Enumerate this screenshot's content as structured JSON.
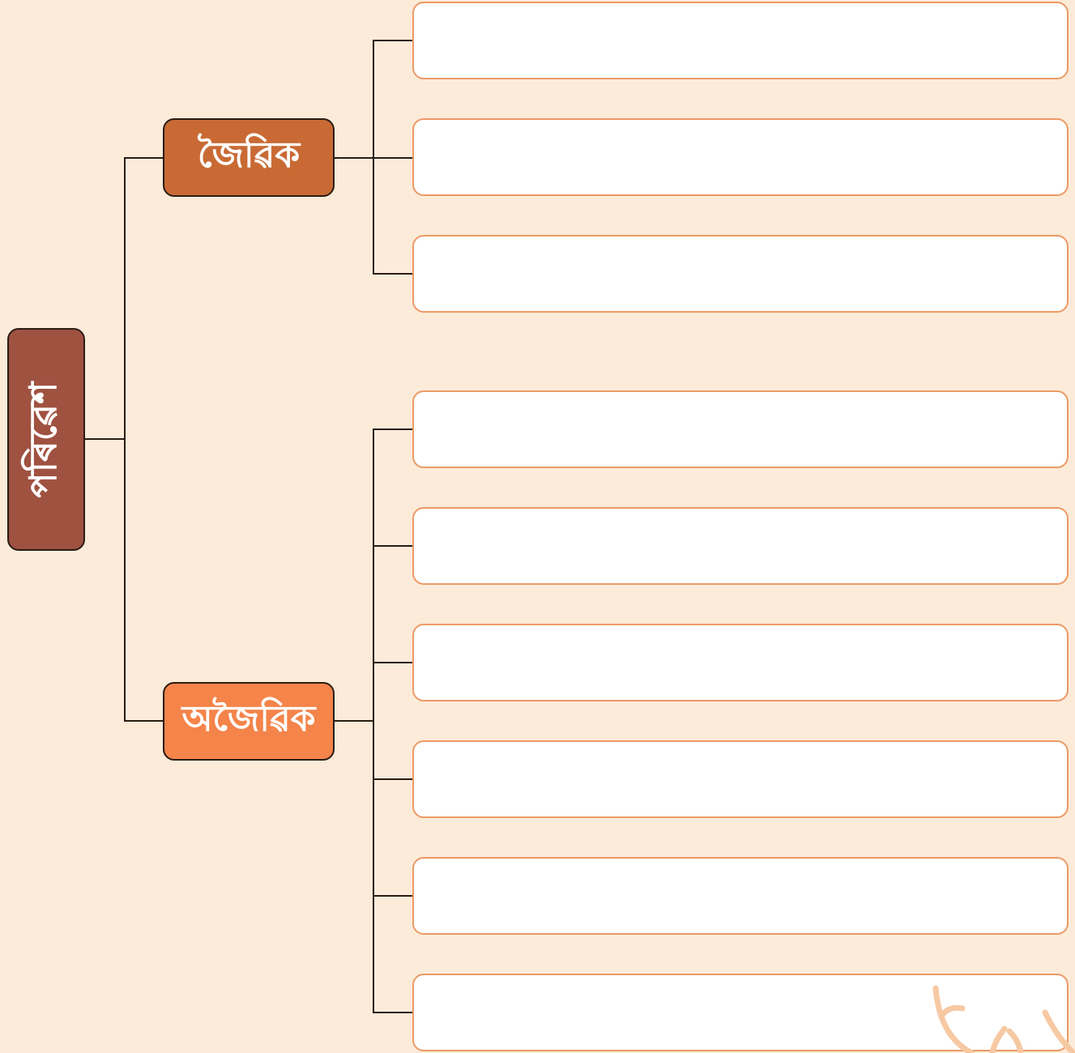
{
  "root": {
    "label": "পৰিৱেশ"
  },
  "branches": {
    "biotic": {
      "label": "জৈৱিক"
    },
    "abiotic": {
      "label": "অজৈৱিক"
    }
  },
  "colors": {
    "background": "#FDEBD9",
    "root": "#A05241",
    "biotic": "#C96A35",
    "abiotic": "#F4844A",
    "leaf_border": "#EC9A66",
    "connector": "#2a1c14"
  }
}
